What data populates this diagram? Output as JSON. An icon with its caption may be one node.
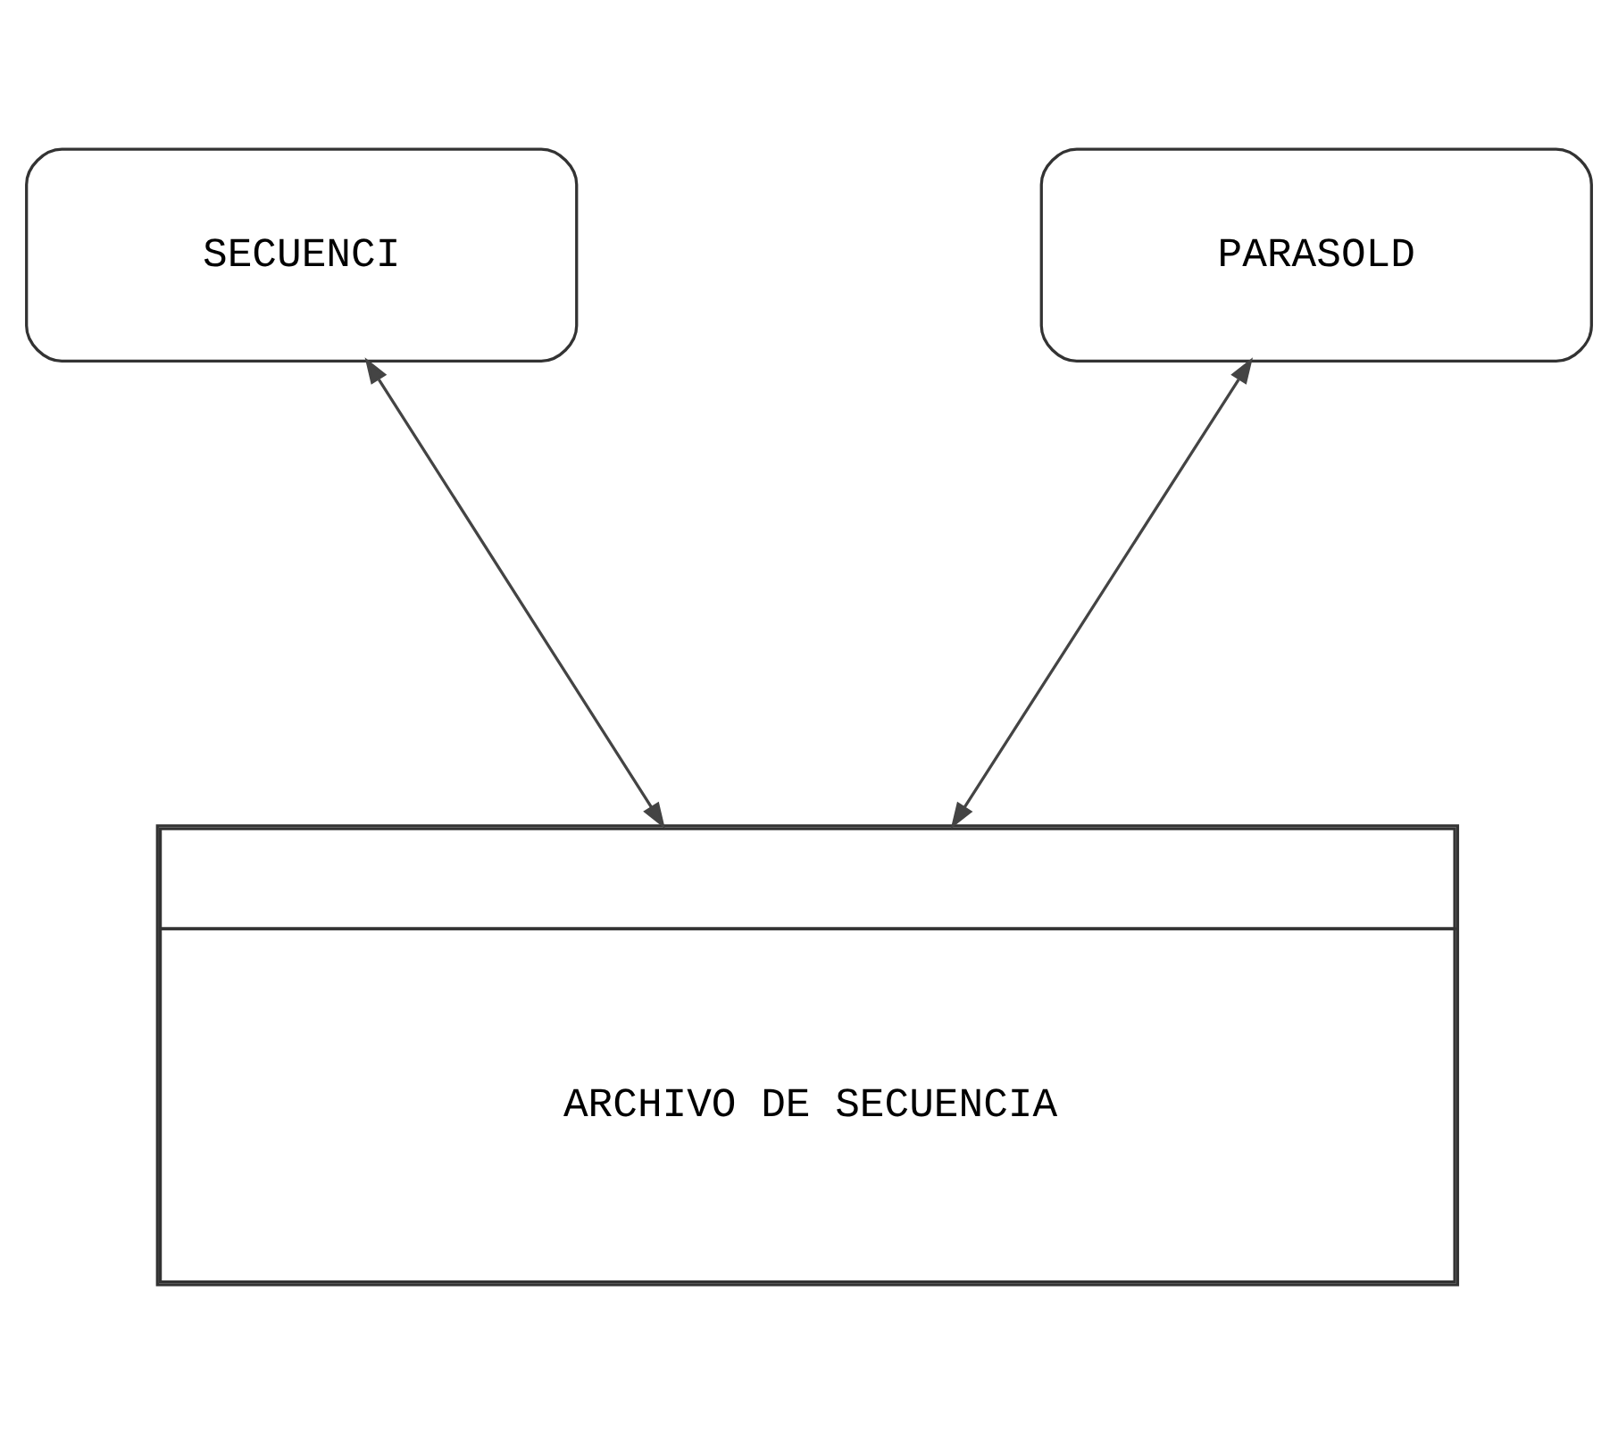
{
  "diagram": {
    "nodes": [
      {
        "text": [
          "SECUENCI"
        ]
      },
      {
        "text": [
          "PARASOLD"
        ]
      },
      {
        "text": [
          "ARCHIVO DE SECUENCIA"
        ]
      }
    ],
    "edges": [
      {
        "from": 0,
        "to": 2,
        "arrow": "both"
      },
      {
        "from": 1,
        "to": 2,
        "arrow": "both"
      }
    ]
  }
}
